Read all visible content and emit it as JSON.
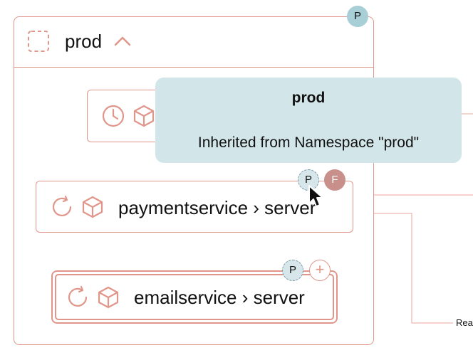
{
  "namespace": {
    "title": "prod",
    "badge": "P"
  },
  "deployment_card": {
    "badge_p": "P",
    "badge_f": "F",
    "name": "paymentservice",
    "separator": "›",
    "container": "server",
    "label": "paymentservice › server"
  },
  "email_card": {
    "badge_p": "P",
    "badge_add": "+",
    "label": "emailservice › server"
  },
  "tooltip": {
    "title": "prod",
    "body": "Inherited from Namespace \"prod\""
  },
  "edge": {
    "label": "Rea"
  },
  "colors": {
    "accent": "#e0968a",
    "tooltip_bg": "#d2e6ea",
    "badge_p": "#a8cfd6",
    "badge_f": "#c98f8a"
  }
}
